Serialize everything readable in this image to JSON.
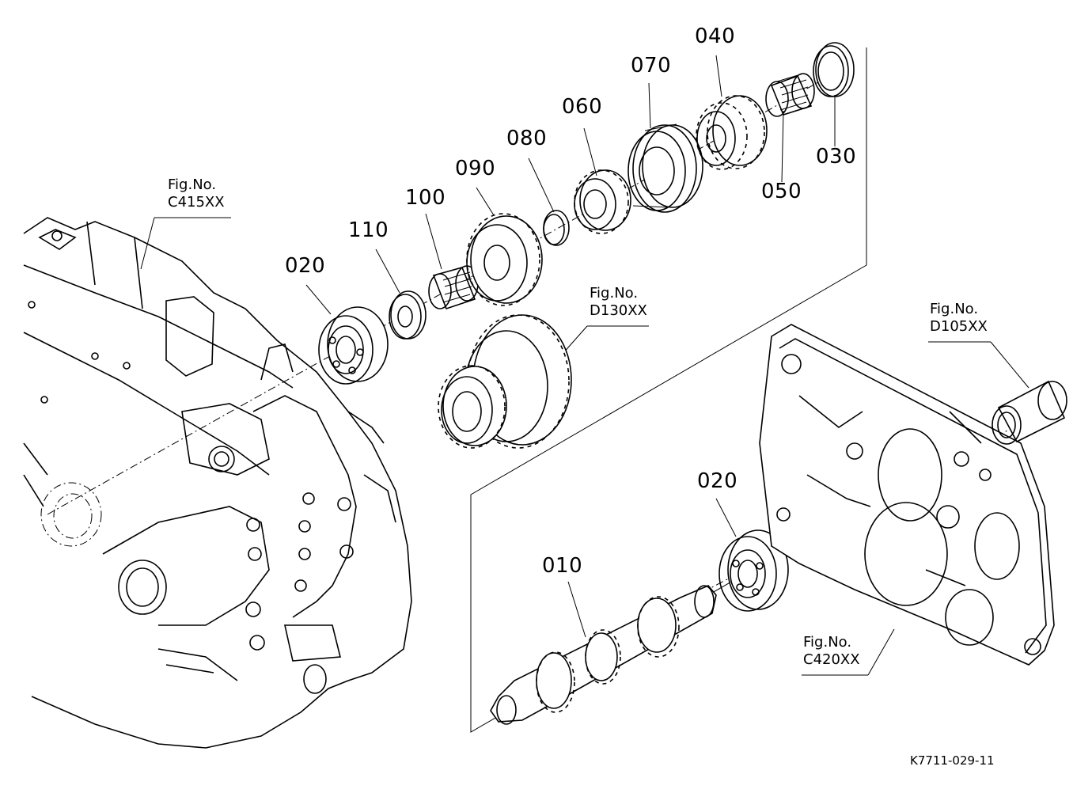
{
  "parts": {
    "p010": "010",
    "p020a": "020",
    "p020b": "020",
    "p030": "030",
    "p040": "040",
    "p050": "050",
    "p060": "060",
    "p070": "070",
    "p080": "080",
    "p090": "090",
    "p100": "100",
    "p110": "110"
  },
  "figures": {
    "c415": {
      "title": "Fig.No.",
      "ref": "C415XX"
    },
    "d130": {
      "title": "Fig.No.",
      "ref": "D130XX"
    },
    "d105": {
      "title": "Fig.No.",
      "ref": "D105XX"
    },
    "c420": {
      "title": "Fig.No.",
      "ref": "C420XX"
    }
  },
  "drawing_code": "K7711-029-11"
}
